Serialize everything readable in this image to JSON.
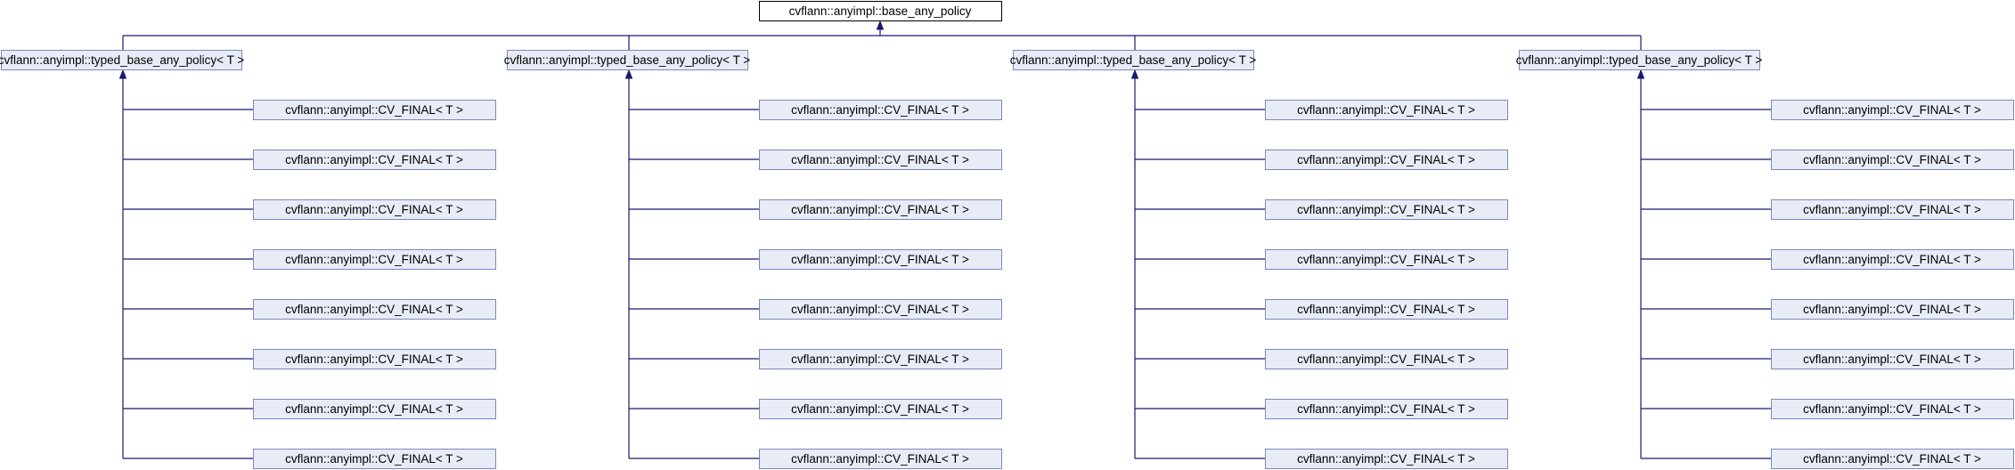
{
  "diagram": {
    "root": {
      "label": "cvflann::anyimpl::base_any_policy"
    },
    "groups": [
      {
        "label": "cvflann::anyimpl::typed_base_any_policy< T >",
        "children": [
          "cvflann::anyimpl::CV_FINAL< T >",
          "cvflann::anyimpl::CV_FINAL< T >",
          "cvflann::anyimpl::CV_FINAL< T >",
          "cvflann::anyimpl::CV_FINAL< T >",
          "cvflann::anyimpl::CV_FINAL< T >",
          "cvflann::anyimpl::CV_FINAL< T >",
          "cvflann::anyimpl::CV_FINAL< T >",
          "cvflann::anyimpl::CV_FINAL< T >"
        ]
      },
      {
        "label": "cvflann::anyimpl::typed_base_any_policy< T >",
        "children": [
          "cvflann::anyimpl::CV_FINAL< T >",
          "cvflann::anyimpl::CV_FINAL< T >",
          "cvflann::anyimpl::CV_FINAL< T >",
          "cvflann::anyimpl::CV_FINAL< T >",
          "cvflann::anyimpl::CV_FINAL< T >",
          "cvflann::anyimpl::CV_FINAL< T >",
          "cvflann::anyimpl::CV_FINAL< T >",
          "cvflann::anyimpl::CV_FINAL< T >"
        ]
      },
      {
        "label": "cvflann::anyimpl::typed_base_any_policy< T >",
        "children": [
          "cvflann::anyimpl::CV_FINAL< T >",
          "cvflann::anyimpl::CV_FINAL< T >",
          "cvflann::anyimpl::CV_FINAL< T >",
          "cvflann::anyimpl::CV_FINAL< T >",
          "cvflann::anyimpl::CV_FINAL< T >",
          "cvflann::anyimpl::CV_FINAL< T >",
          "cvflann::anyimpl::CV_FINAL< T >",
          "cvflann::anyimpl::CV_FINAL< T >"
        ]
      },
      {
        "label": "cvflann::anyimpl::typed_base_any_policy< T >",
        "children": [
          "cvflann::anyimpl::CV_FINAL< T >",
          "cvflann::anyimpl::CV_FINAL< T >",
          "cvflann::anyimpl::CV_FINAL< T >",
          "cvflann::anyimpl::CV_FINAL< T >",
          "cvflann::anyimpl::CV_FINAL< T >",
          "cvflann::anyimpl::CV_FINAL< T >",
          "cvflann::anyimpl::CV_FINAL< T >",
          "cvflann::anyimpl::CV_FINAL< T >"
        ]
      }
    ],
    "colors": {
      "edge": "#191970",
      "node_fill": "#e8ecf6",
      "node_border": "#7b88bc",
      "root_fill": "#ffffff",
      "root_border": "#000000",
      "text": "#000000"
    }
  }
}
